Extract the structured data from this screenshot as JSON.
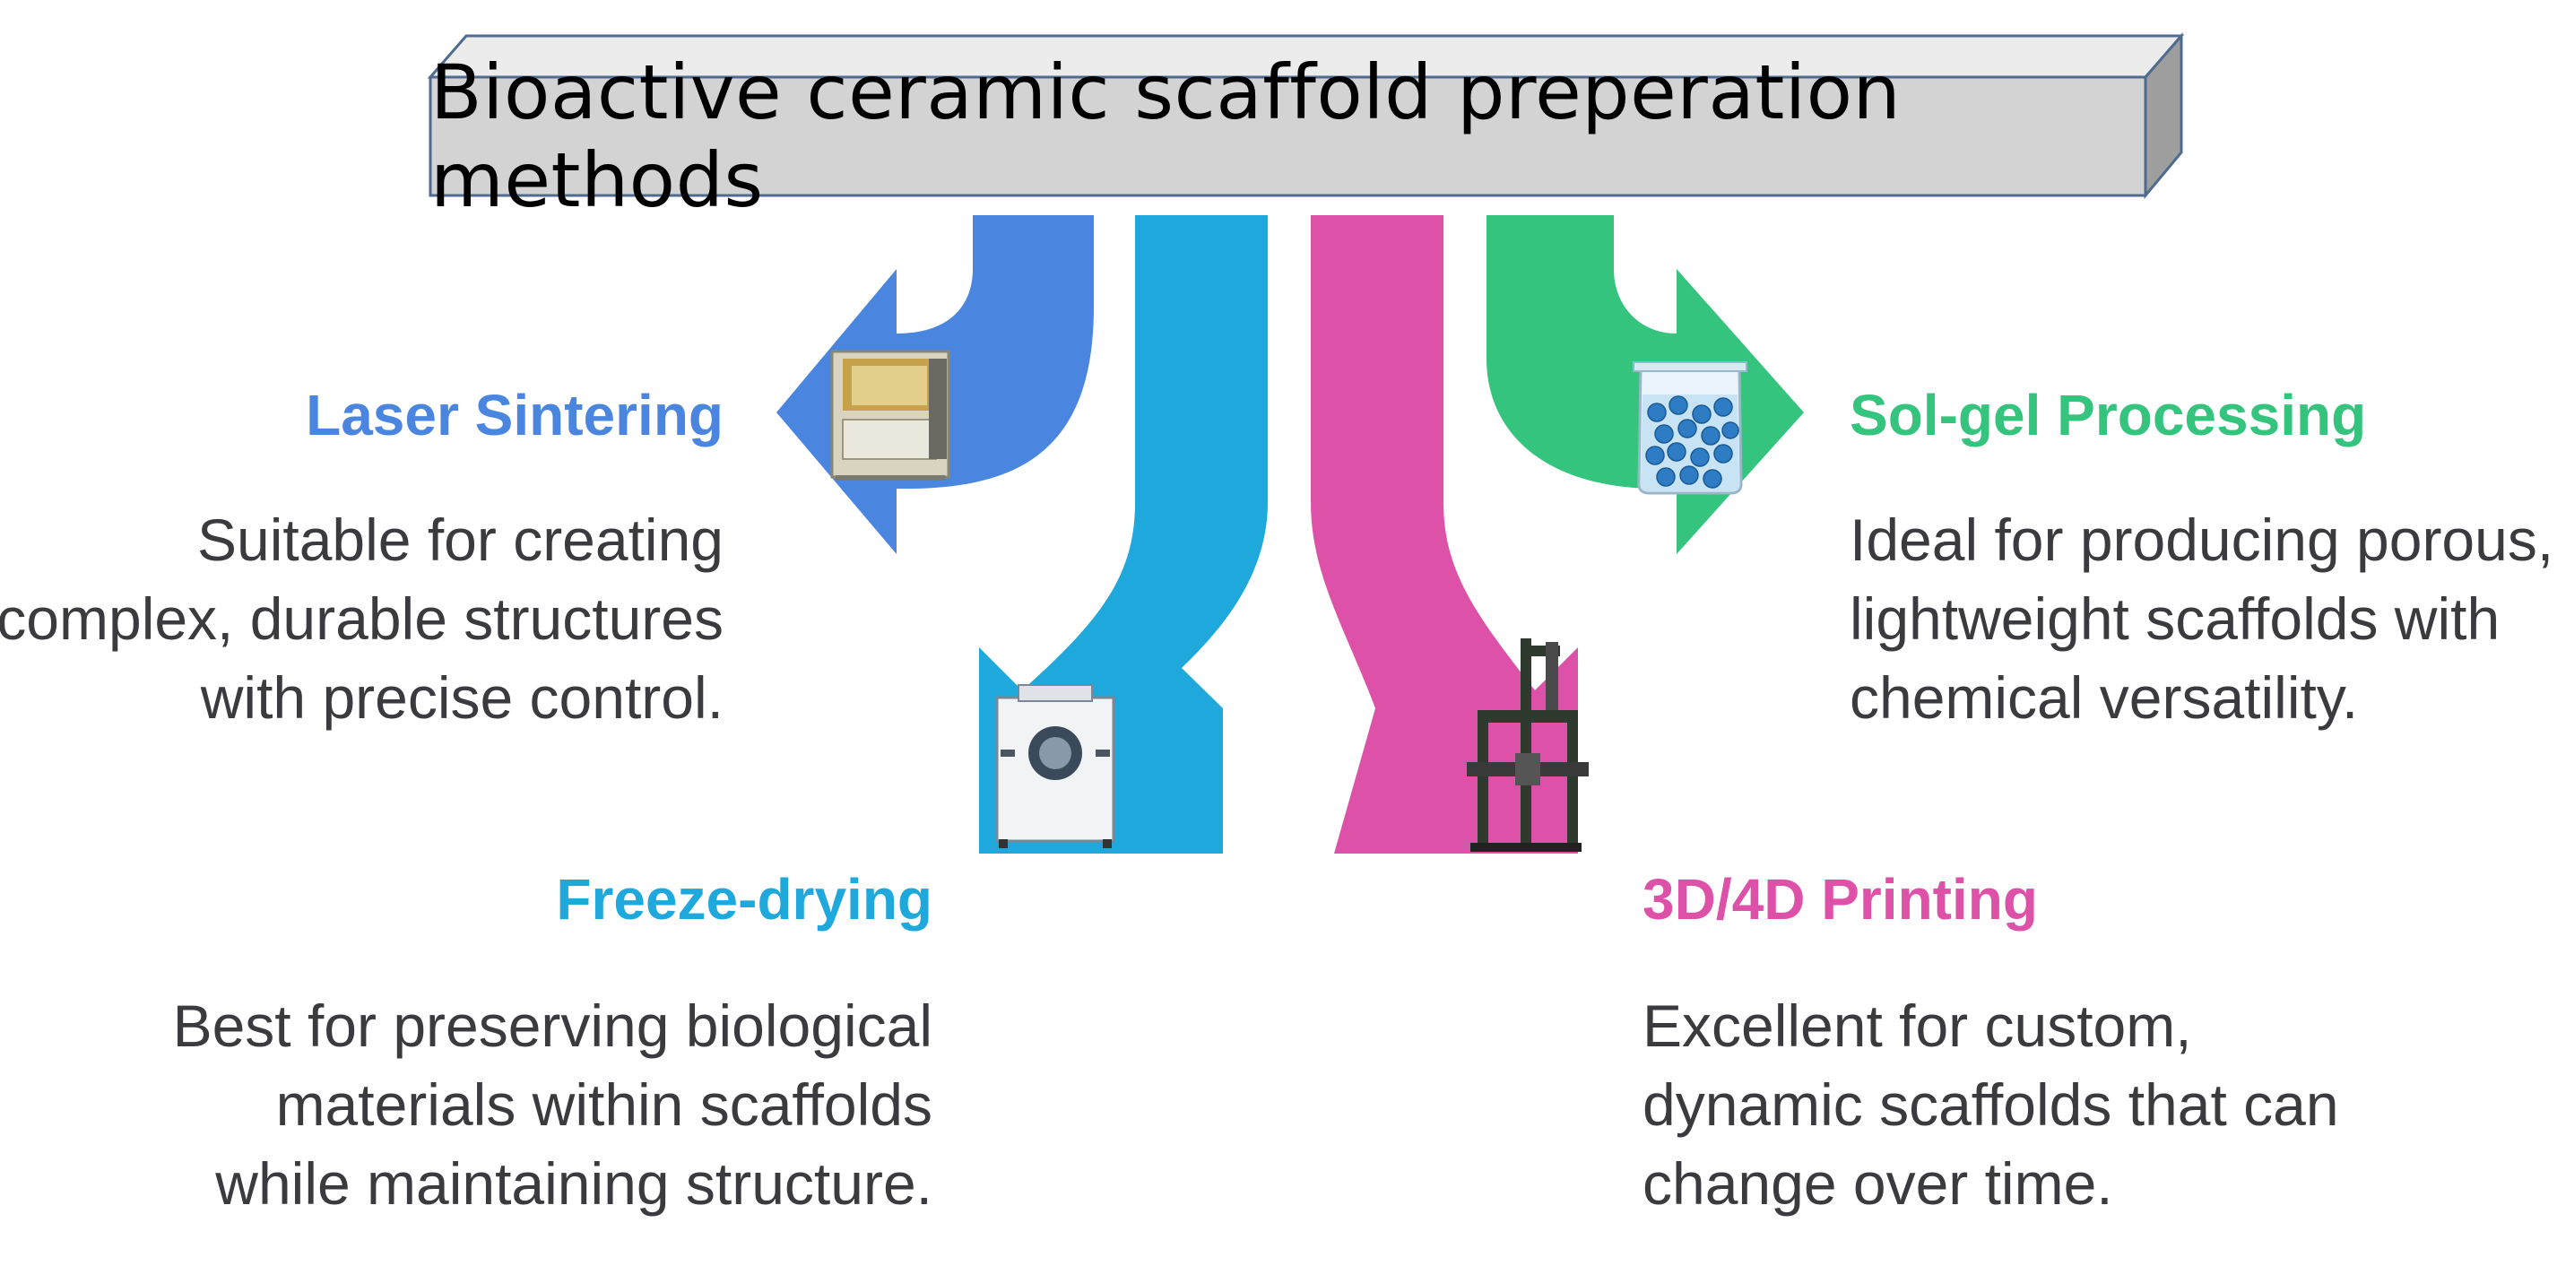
{
  "title": "Bioactive ceramic scaffold preperation methods",
  "methods": [
    {
      "id": "laser",
      "name": "Laser Sintering",
      "color": "#4a86e0",
      "icon": "laser-sintering-machine-icon",
      "description": [
        "Suitable for creating",
        "complex, durable structures",
        "with precise control."
      ]
    },
    {
      "id": "freeze",
      "name": "Freeze-drying",
      "color": "#1fa8dc",
      "icon": "freeze-dryer-icon",
      "description": [
        "Best for preserving biological",
        "materials within scaffolds",
        "while maintaining structure."
      ]
    },
    {
      "id": "print",
      "name": "3D/4D Printing",
      "color": "#de51a8",
      "icon": "3d-printer-icon",
      "description": [
        "Excellent for custom,",
        "dynamic scaffolds that can",
        "change over time."
      ]
    },
    {
      "id": "solgel",
      "name": "Sol-gel Processing",
      "color": "#35c47e",
      "icon": "beaker-icon",
      "description": [
        "Ideal for producing porous,",
        "lightweight scaffolds with",
        "chemical versatility."
      ]
    }
  ]
}
